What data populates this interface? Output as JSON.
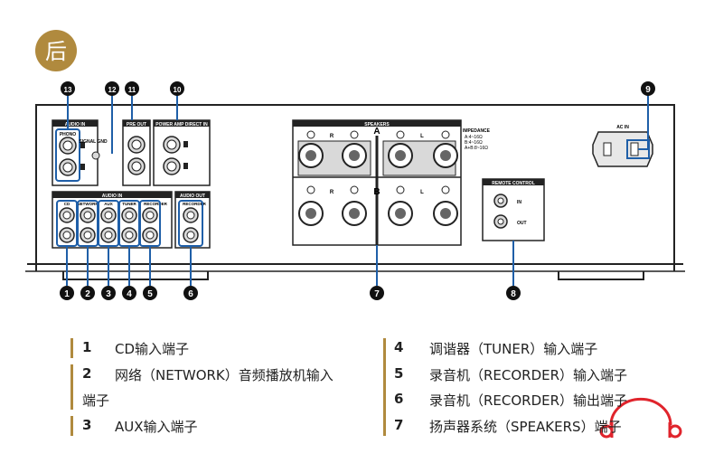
{
  "badge": "后",
  "callouts": {
    "c1": "1",
    "c2": "2",
    "c3": "3",
    "c4": "4",
    "c5": "5",
    "c6": "6",
    "c7": "7",
    "c8": "8",
    "c9": "9",
    "c10": "10",
    "c11": "11",
    "c12": "12",
    "c13": "13"
  },
  "panel": {
    "audio_in_top": "AUDIO IN",
    "phono": "PHONO",
    "signal_gnd": "SIGNAL GND",
    "pre_out": "PRE OUT",
    "power_amp_direct_in": "POWER AMP DIRECT IN",
    "audio_in_bottom": "AUDIO IN",
    "cd": "CD",
    "network": "NETWORK",
    "aux": "AUX",
    "tuner": "TUNER",
    "recorder_in": "RECORDER",
    "audio_out": "AUDIO OUT",
    "recorder_out": "RECORDER",
    "speakers": "SPEAKERS",
    "spk_a": "A",
    "spk_b": "B",
    "lbl_r": "R",
    "lbl_l": "L",
    "impedance": "IMPEDANCE",
    "imp_a": "A:4~16Ω",
    "imp_b": "B:4~16Ω",
    "imp_ab": "A+B:8~16Ω",
    "remote_control": "REMOTE CONTROL",
    "remote_in": "IN",
    "remote_out": "OUT",
    "ac_in": "AC IN"
  },
  "legend": [
    {
      "num": "1",
      "text": "CD输入端子"
    },
    {
      "num": "2",
      "text": "网络（NETWORK）音频播放机输入"
    },
    {
      "num": "",
      "text": "端子"
    },
    {
      "num": "3",
      "text": "AUX输入端子"
    },
    {
      "num": "4",
      "text": "调谐器（TUNER）输入端子"
    },
    {
      "num": "5",
      "text": "录音机（RECORDER）输入端子"
    },
    {
      "num": "6",
      "text": "录音机（RECORDER）输出端子"
    },
    {
      "num": "7",
      "text": "扬声器系统（SPEAKERS）端子"
    }
  ],
  "colors": {
    "accent": "#b08a3e",
    "callout_line": "#1f5fa8",
    "panel_frame": "#222222",
    "jack_bg": "#d9d9d9"
  }
}
